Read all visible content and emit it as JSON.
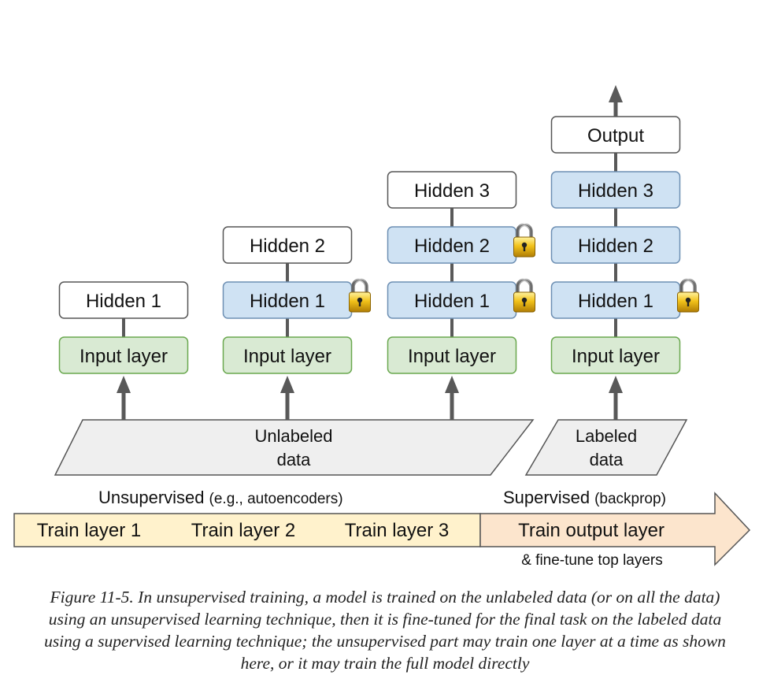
{
  "colors": {
    "white_box": "#ffffff",
    "frozen_box": "#cfe2f3",
    "frozen_border": "#6d8fb3",
    "input_box": "#d9ead3",
    "input_border": "#6aa84f",
    "parallelogram": "#efefef",
    "arrow": "#595959",
    "unsupervised_band": "#fff2cc",
    "supervised_band": "#fce5cd"
  },
  "stages": [
    {
      "input": "Input layer",
      "layers": [
        {
          "text": "Hidden 1",
          "style": "white",
          "locked": false
        }
      ]
    },
    {
      "input": "Input layer",
      "layers": [
        {
          "text": "Hidden 1",
          "style": "frozen",
          "locked": true
        },
        {
          "text": "Hidden 2",
          "style": "white",
          "locked": false
        }
      ]
    },
    {
      "input": "Input layer",
      "layers": [
        {
          "text": "Hidden 1",
          "style": "frozen",
          "locked": true
        },
        {
          "text": "Hidden 2",
          "style": "frozen",
          "locked": true
        },
        {
          "text": "Hidden 3",
          "style": "white",
          "locked": false
        }
      ]
    },
    {
      "input": "Input layer",
      "layers": [
        {
          "text": "Hidden 1",
          "style": "frozen",
          "locked": true
        },
        {
          "text": "Hidden 2",
          "style": "frozen",
          "locked": false
        },
        {
          "text": "Hidden 3",
          "style": "frozen",
          "locked": false
        },
        {
          "text": "Output",
          "style": "white",
          "locked": false
        }
      ]
    }
  ],
  "data": {
    "unlabeled": [
      "Unlabeled",
      "data"
    ],
    "labeled": [
      "Labeled",
      "data"
    ]
  },
  "phases": {
    "unsupervised": {
      "title": "Unsupervised",
      "note": "(e.g., autoencoders)"
    },
    "supervised": {
      "title": "Supervised",
      "note": "(backprop)"
    }
  },
  "timeline": {
    "steps": [
      "Train layer 1",
      "Train layer 2",
      "Train layer 3"
    ],
    "final_step": "Train output layer",
    "final_note": "& fine-tune top layers"
  },
  "caption": [
    "Figure 11-5. In unsupervised training, a model is trained on the unlabeled data (or on all the data)",
    "using an unsupervised learning technique, then it is fine-tuned for the final task on the labeled data",
    "using a supervised learning technique; the unsupervised part may train one layer at a time as shown",
    "here, or it may train the full model directly"
  ]
}
